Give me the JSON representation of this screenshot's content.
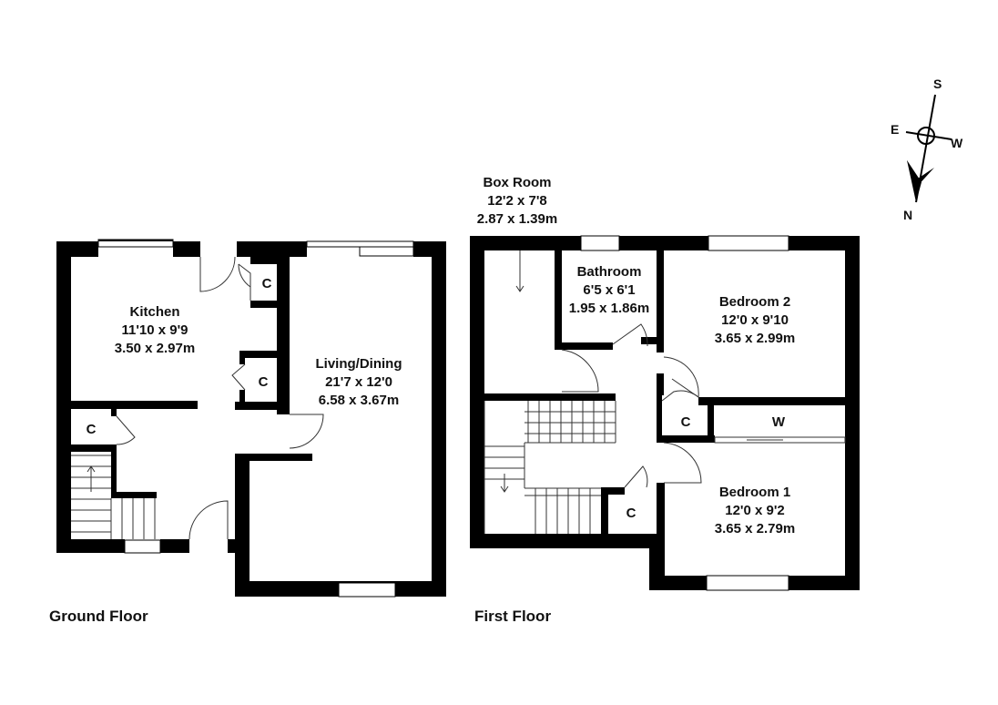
{
  "floors": {
    "ground": {
      "label": "Ground Floor"
    },
    "first": {
      "label": "First Floor"
    }
  },
  "rooms": {
    "kitchen": {
      "name": "Kitchen",
      "imperial": "11'10 x 9'9",
      "metric": "3.50 x 2.97m"
    },
    "living": {
      "name": "Living/Dining",
      "imperial": "21'7 x 12'0",
      "metric": "6.58 x 3.67m"
    },
    "boxroom": {
      "name": "Box Room",
      "imperial": "12'2 x 7'8",
      "metric": "2.87 x 1.39m"
    },
    "bathroom": {
      "name": "Bathroom",
      "imperial": "6'5 x 6'1",
      "metric": "1.95 x 1.86m"
    },
    "bedroom2": {
      "name": "Bedroom 2",
      "imperial": "12'0 x 9'10",
      "metric": "3.65 x 2.99m"
    },
    "bedroom1": {
      "name": "Bedroom 1",
      "imperial": "12'0 x 9'2",
      "metric": "3.65 x 2.79m"
    }
  },
  "cupboards": {
    "gf1": "C",
    "gf2": "C",
    "gf3": "C",
    "ff1": "C",
    "ff2": "C",
    "wardrobe": "W"
  },
  "compass": {
    "s": "S",
    "e": "E",
    "w": "W",
    "n": "N",
    "icon": "compass-icon"
  },
  "colors": {
    "wall": "#000000",
    "background": "#ffffff",
    "line": "#333333"
  }
}
